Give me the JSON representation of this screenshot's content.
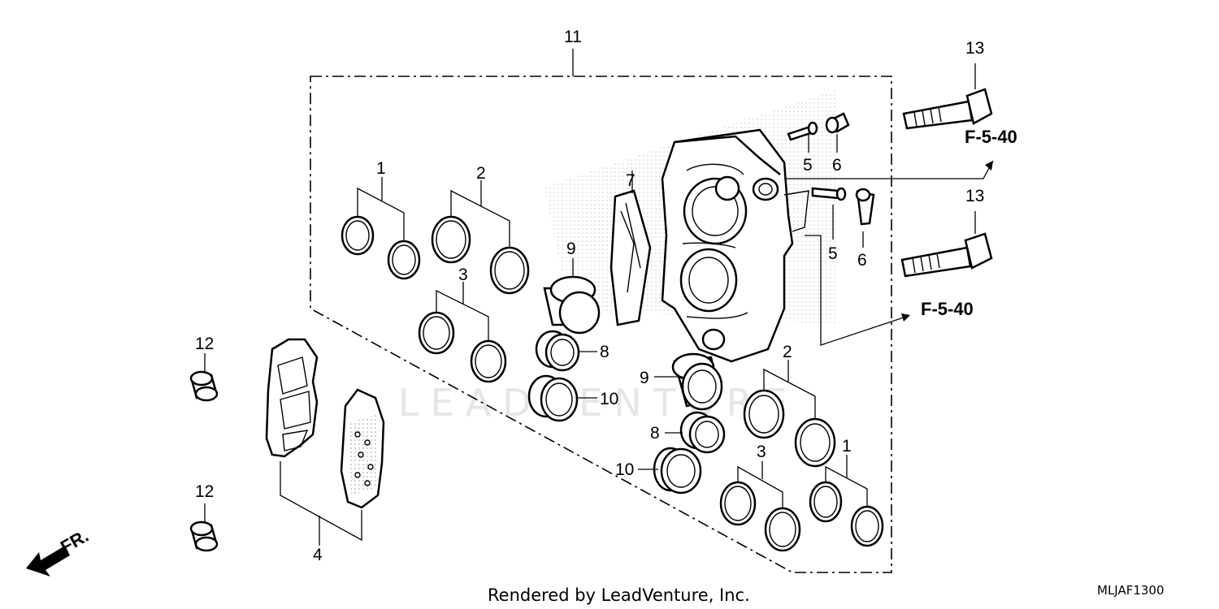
{
  "diagram": {
    "callouts": {
      "c1a": "1",
      "c2a": "2",
      "c3a": "3",
      "c4": "4",
      "c5a": "5",
      "c6a": "6",
      "c5b": "5",
      "c6b": "6",
      "c7": "7",
      "c8a": "8",
      "c9a": "9",
      "c10a": "10",
      "c9b": "9",
      "c8b": "8",
      "c10b": "10",
      "c2b": "2",
      "c1b": "1",
      "c3b": "3",
      "c11": "11",
      "c12a": "12",
      "c12b": "12",
      "c13a": "13",
      "c13b": "13"
    },
    "refs": {
      "ref_a": "F-5-40",
      "ref_b": "F-5-40"
    },
    "front_marker": "FR.",
    "footer": "Rendered by LeadVenture, Inc.",
    "code": "MLJAF1300",
    "watermark": "LEADVENTURE"
  }
}
